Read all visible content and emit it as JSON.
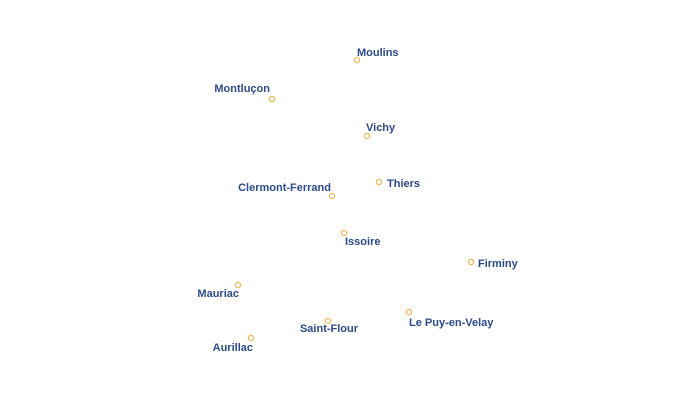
{
  "map": {
    "cities": [
      {
        "name": "Moulins"
      },
      {
        "name": "Montluçon"
      },
      {
        "name": "Vichy"
      },
      {
        "name": "Thiers"
      },
      {
        "name": "Clermont-Ferrand"
      },
      {
        "name": "Issoire"
      },
      {
        "name": "Firminy"
      },
      {
        "name": "Mauriac"
      },
      {
        "name": "Saint-Flour"
      },
      {
        "name": "Le Puy-en-Velay"
      },
      {
        "name": "Aurillac"
      }
    ],
    "colors": {
      "marker_stroke": "#f0b84e",
      "label_fill": "#2a4a8a",
      "label_halo": "#ffffff"
    }
  }
}
